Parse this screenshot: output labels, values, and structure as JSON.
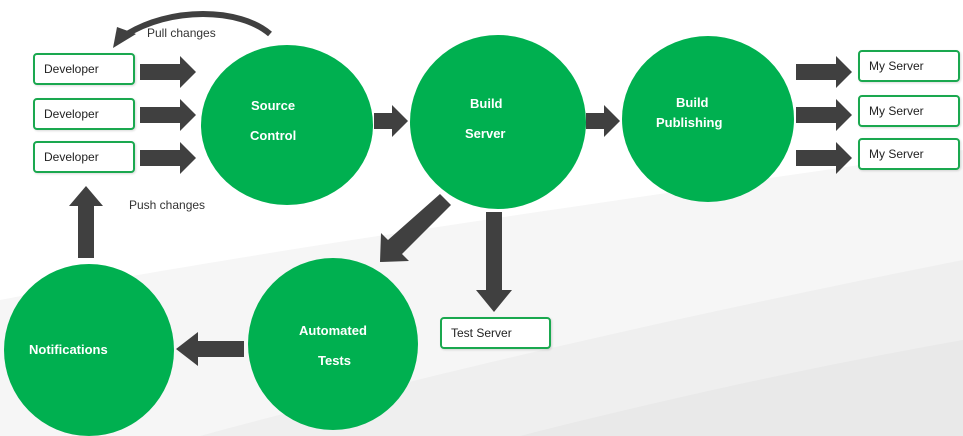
{
  "developers": [
    "Developer",
    "Developer",
    "Developer"
  ],
  "servers": [
    "My Server",
    "My Server",
    "My Server"
  ],
  "test_server": "Test Server",
  "nodes": {
    "source_control": [
      "Source",
      "Control"
    ],
    "build_server": [
      "Build",
      "Server"
    ],
    "build_publishing": [
      "Build",
      "Publishing"
    ],
    "automated_tests": [
      "Automated",
      "Tests"
    ],
    "notifications": "Notifications"
  },
  "labels": {
    "pull": "Pull changes",
    "push": "Push changes"
  },
  "colors": {
    "node_fill": "#00b050",
    "box_border": "#1aa84f",
    "arrow": "#404040"
  }
}
